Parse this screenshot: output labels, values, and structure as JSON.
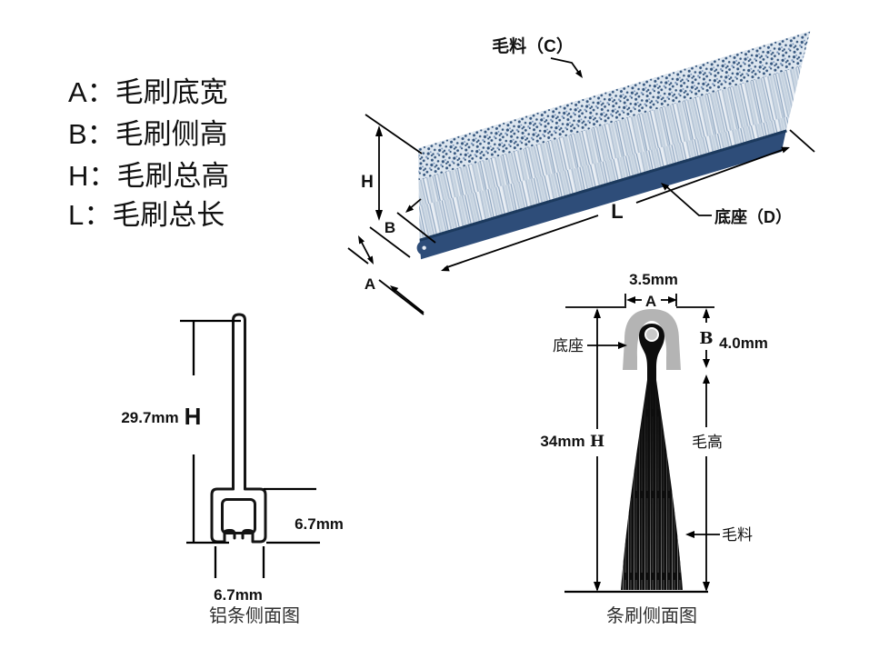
{
  "legend": {
    "lines": [
      {
        "text": "A：毛刷底宽"
      },
      {
        "text": "B：毛刷侧高"
      },
      {
        "text": "H：毛刷总高"
      },
      {
        "text": "L：毛刷总长"
      }
    ]
  },
  "iso": {
    "material_label": "毛料（C）",
    "base_label": "底座（D）",
    "dim_h": "H",
    "dim_b": "B",
    "dim_a": "A",
    "dim_l": "L"
  },
  "alu": {
    "height_value": "29.7mm",
    "height_letter": "H",
    "side_value": "6.7mm",
    "width_value": "6.7mm",
    "caption": "铝条侧面图"
  },
  "brush": {
    "top_width_value": "3.5mm",
    "dim_a": "A",
    "dim_b": "B",
    "side_height_value": "4.0mm",
    "total_height_value": "34mm",
    "dim_h": "H",
    "base_label": "底座",
    "hair_height_label": "毛高",
    "material_label": "毛料",
    "caption": "条刷侧面图"
  },
  "colors": {
    "ink": "#111111",
    "rail_blue": "#2e4d79",
    "rail_edge": "#1c3a5e",
    "band_bg": "#dde6ef",
    "stipple_dot": "#35567e",
    "body_bg": "#e9eef4",
    "hatch_stroke": "#a9bcd0",
    "rail_dot": "#ccd8e6",
    "base_gray": "#b4b4b4",
    "bristle_black": "#0d0d0d",
    "core_gray": "#c9c9c9",
    "alu_stroke": "#141414"
  }
}
